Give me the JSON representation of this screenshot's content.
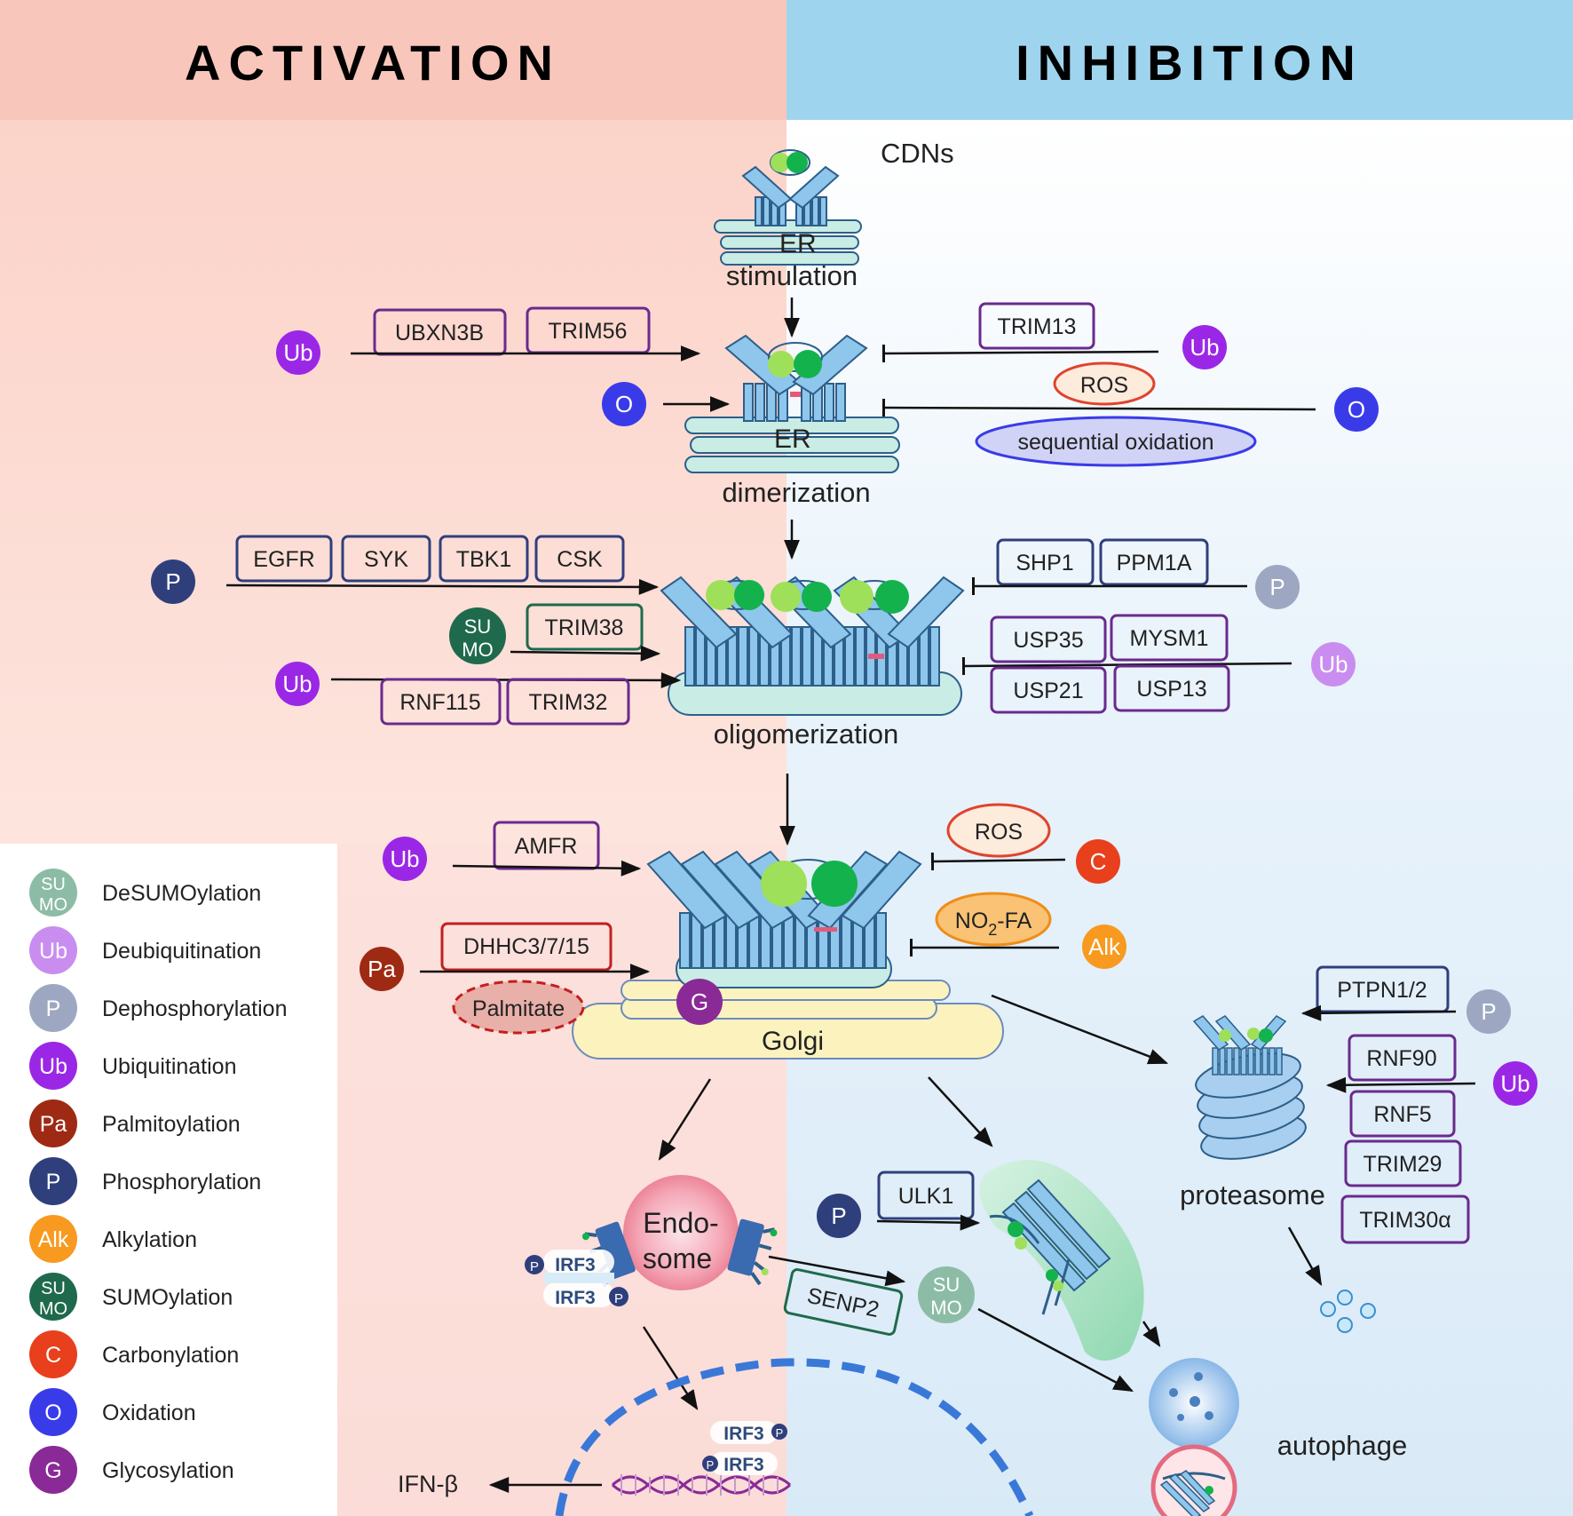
{
  "header": {
    "activation": "ACTIVATION",
    "inhibition": "INHIBITION"
  },
  "colors": {
    "activation_bg": "#f8c6bb",
    "inhibition_bg": "#9fd4ef",
    "ub": "#9b27e6",
    "deub": "#c98df0",
    "phos": "#2f3f7c",
    "dephos": "#9ea7c2",
    "oxid": "#3a3be8",
    "sumo": "#1f6a4d",
    "desumo": "#8cbca6",
    "carbonyl": "#e8401c",
    "alkyl": "#f79a1f",
    "palm": "#9e2a14",
    "glyco": "#8a2a96",
    "sting": "#8ec6ec",
    "cdn_light": "#9ee05a",
    "cdn_dark": "#14b24d"
  },
  "circles": {
    "ub": "Ub",
    "o": "O",
    "p": "P",
    "sumo_top": "SU",
    "sumo_bottom": "MO",
    "c": "C",
    "alk": "Alk",
    "pa": "Pa",
    "g": "G"
  },
  "stages": {
    "cdns": "CDNs",
    "er": "ER",
    "stimulation": "stimulation",
    "dimerization": "dimerization",
    "oligomerization": "oligomerization",
    "golgi": "Golgi",
    "proteasome": "proteasome",
    "autophage": "autophage",
    "endosome_1": "Endo-",
    "endosome_2": "some",
    "ifn": "IFN-β",
    "irf3": "IRF3"
  },
  "enzymes": {
    "ubxn3b": "UBXN3B",
    "trim56": "TRIM56",
    "trim13": "TRIM13",
    "ros": "ROS",
    "sequential_oxidation": "sequential oxidation",
    "egfr": "EGFR",
    "syk": "SYK",
    "tbk1": "TBK1",
    "csk": "CSK",
    "shp1": "SHP1",
    "ppm1a": "PPM1A",
    "trim38": "TRIM38",
    "rnf115": "RNF115",
    "trim32": "TRIM32",
    "usp35": "USP35",
    "mysm1": "MYSM1",
    "usp21": "USP21",
    "usp13": "USP13",
    "amfr": "AMFR",
    "ros2": "ROS",
    "no2fa_pre": "NO",
    "no2fa_sub": "2",
    "no2fa_post": "-FA",
    "dhhc": "DHHC3/7/15",
    "palmitate": "Palmitate",
    "ptpn": "PTPN1/2",
    "rnf90": "RNF90",
    "rnf5": "RNF5",
    "trim29": "TRIM29",
    "trim30a": "TRIM30α",
    "ulk1": "ULK1",
    "senp2": "SENP2"
  },
  "legend": [
    {
      "symbol": "SU MO",
      "label": "DeSUMOylation",
      "color": "#8cbca6"
    },
    {
      "symbol": "Ub",
      "label": "Deubiquitination",
      "color": "#c98df0"
    },
    {
      "symbol": "P",
      "label": "Dephosphorylation",
      "color": "#9ea7c2"
    },
    {
      "symbol": "Ub",
      "label": "Ubiquitination",
      "color": "#9b27e6"
    },
    {
      "symbol": "Pa",
      "label": "Palmitoylation",
      "color": "#9e2a14"
    },
    {
      "symbol": "P",
      "label": "Phosphorylation",
      "color": "#2f3f7c"
    },
    {
      "symbol": "Alk",
      "label": "Alkylation",
      "color": "#f79a1f"
    },
    {
      "symbol": "SU MO",
      "label": "SUMOylation",
      "color": "#1f6a4d"
    },
    {
      "symbol": "C",
      "label": "Carbonylation",
      "color": "#e8401c"
    },
    {
      "symbol": "O",
      "label": "Oxidation",
      "color": "#3a3be8"
    },
    {
      "symbol": "G",
      "label": "Glycosylation",
      "color": "#8a2a96"
    }
  ]
}
